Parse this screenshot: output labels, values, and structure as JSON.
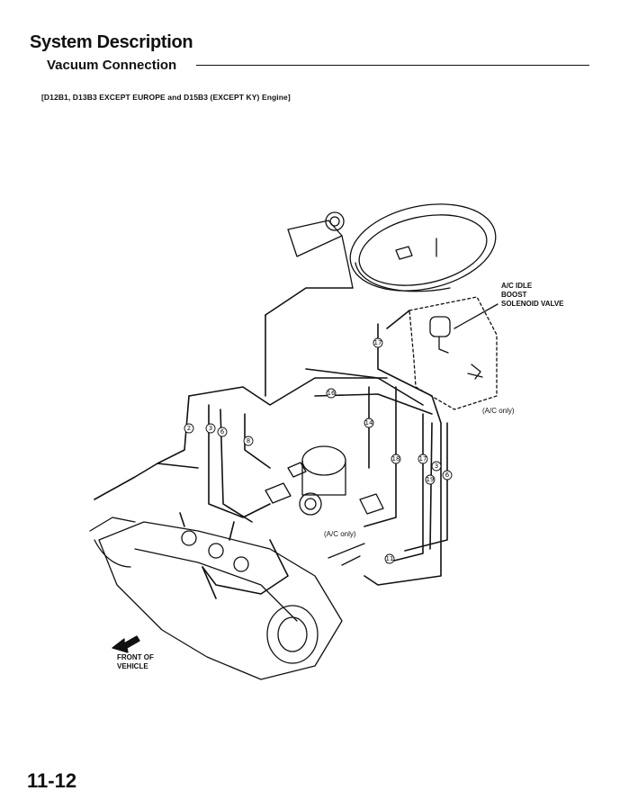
{
  "header": {
    "section_title": "System Description",
    "subsection_title": "Vacuum Connection",
    "engine_note": "[D12B1, D13B3 EXCEPT EUROPE and D15B3 (EXCEPT KY) Engine]"
  },
  "diagram": {
    "labels": {
      "valve_line1": "A/C IDLE",
      "valve_line2": "BOOST",
      "valve_line3": "SOLENOID VALVE",
      "ac_only_right": "(A/C only)",
      "ac_only_center": "(A/C only)",
      "front_line1": "FRONT OF",
      "front_line2": "VEHICLE"
    },
    "hose_numbers": [
      "2",
      "3",
      "6",
      "8",
      "14",
      "16",
      "17",
      "18",
      "17",
      "19",
      "3",
      "6",
      "11"
    ]
  },
  "footer": {
    "page_number": "11-12"
  }
}
